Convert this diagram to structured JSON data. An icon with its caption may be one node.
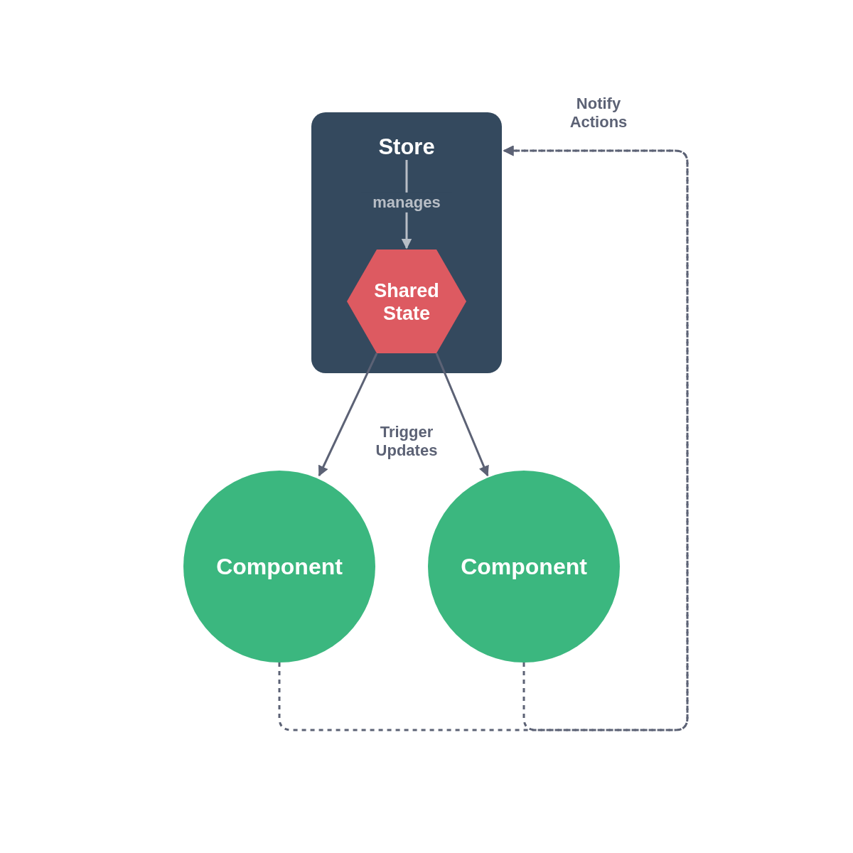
{
  "diagram": {
    "nodes": [
      {
        "text": [
          "Store"
        ]
      },
      {
        "text": [
          "Shared State"
        ],
        "in": 0
      },
      {
        "text": [
          "Component"
        ]
      },
      {
        "text": [
          "Component"
        ]
      }
    ],
    "edges": [
      {
        "from": 0,
        "to": 1,
        "arrow": "to",
        "label": "manages",
        "color": "#b8bec6"
      },
      {
        "from": 1,
        "to": 2,
        "arrow": "to",
        "label": "Trigger Updates"
      },
      {
        "from": 1,
        "to": 3,
        "arrow": "to"
      },
      {
        "from": 2,
        "to": 0,
        "arrow": "to",
        "style": "dashed"
      },
      {
        "from": 3,
        "to": 0,
        "arrow": "to",
        "style": "dashed",
        "label": "Notify Actions"
      }
    ]
  }
}
